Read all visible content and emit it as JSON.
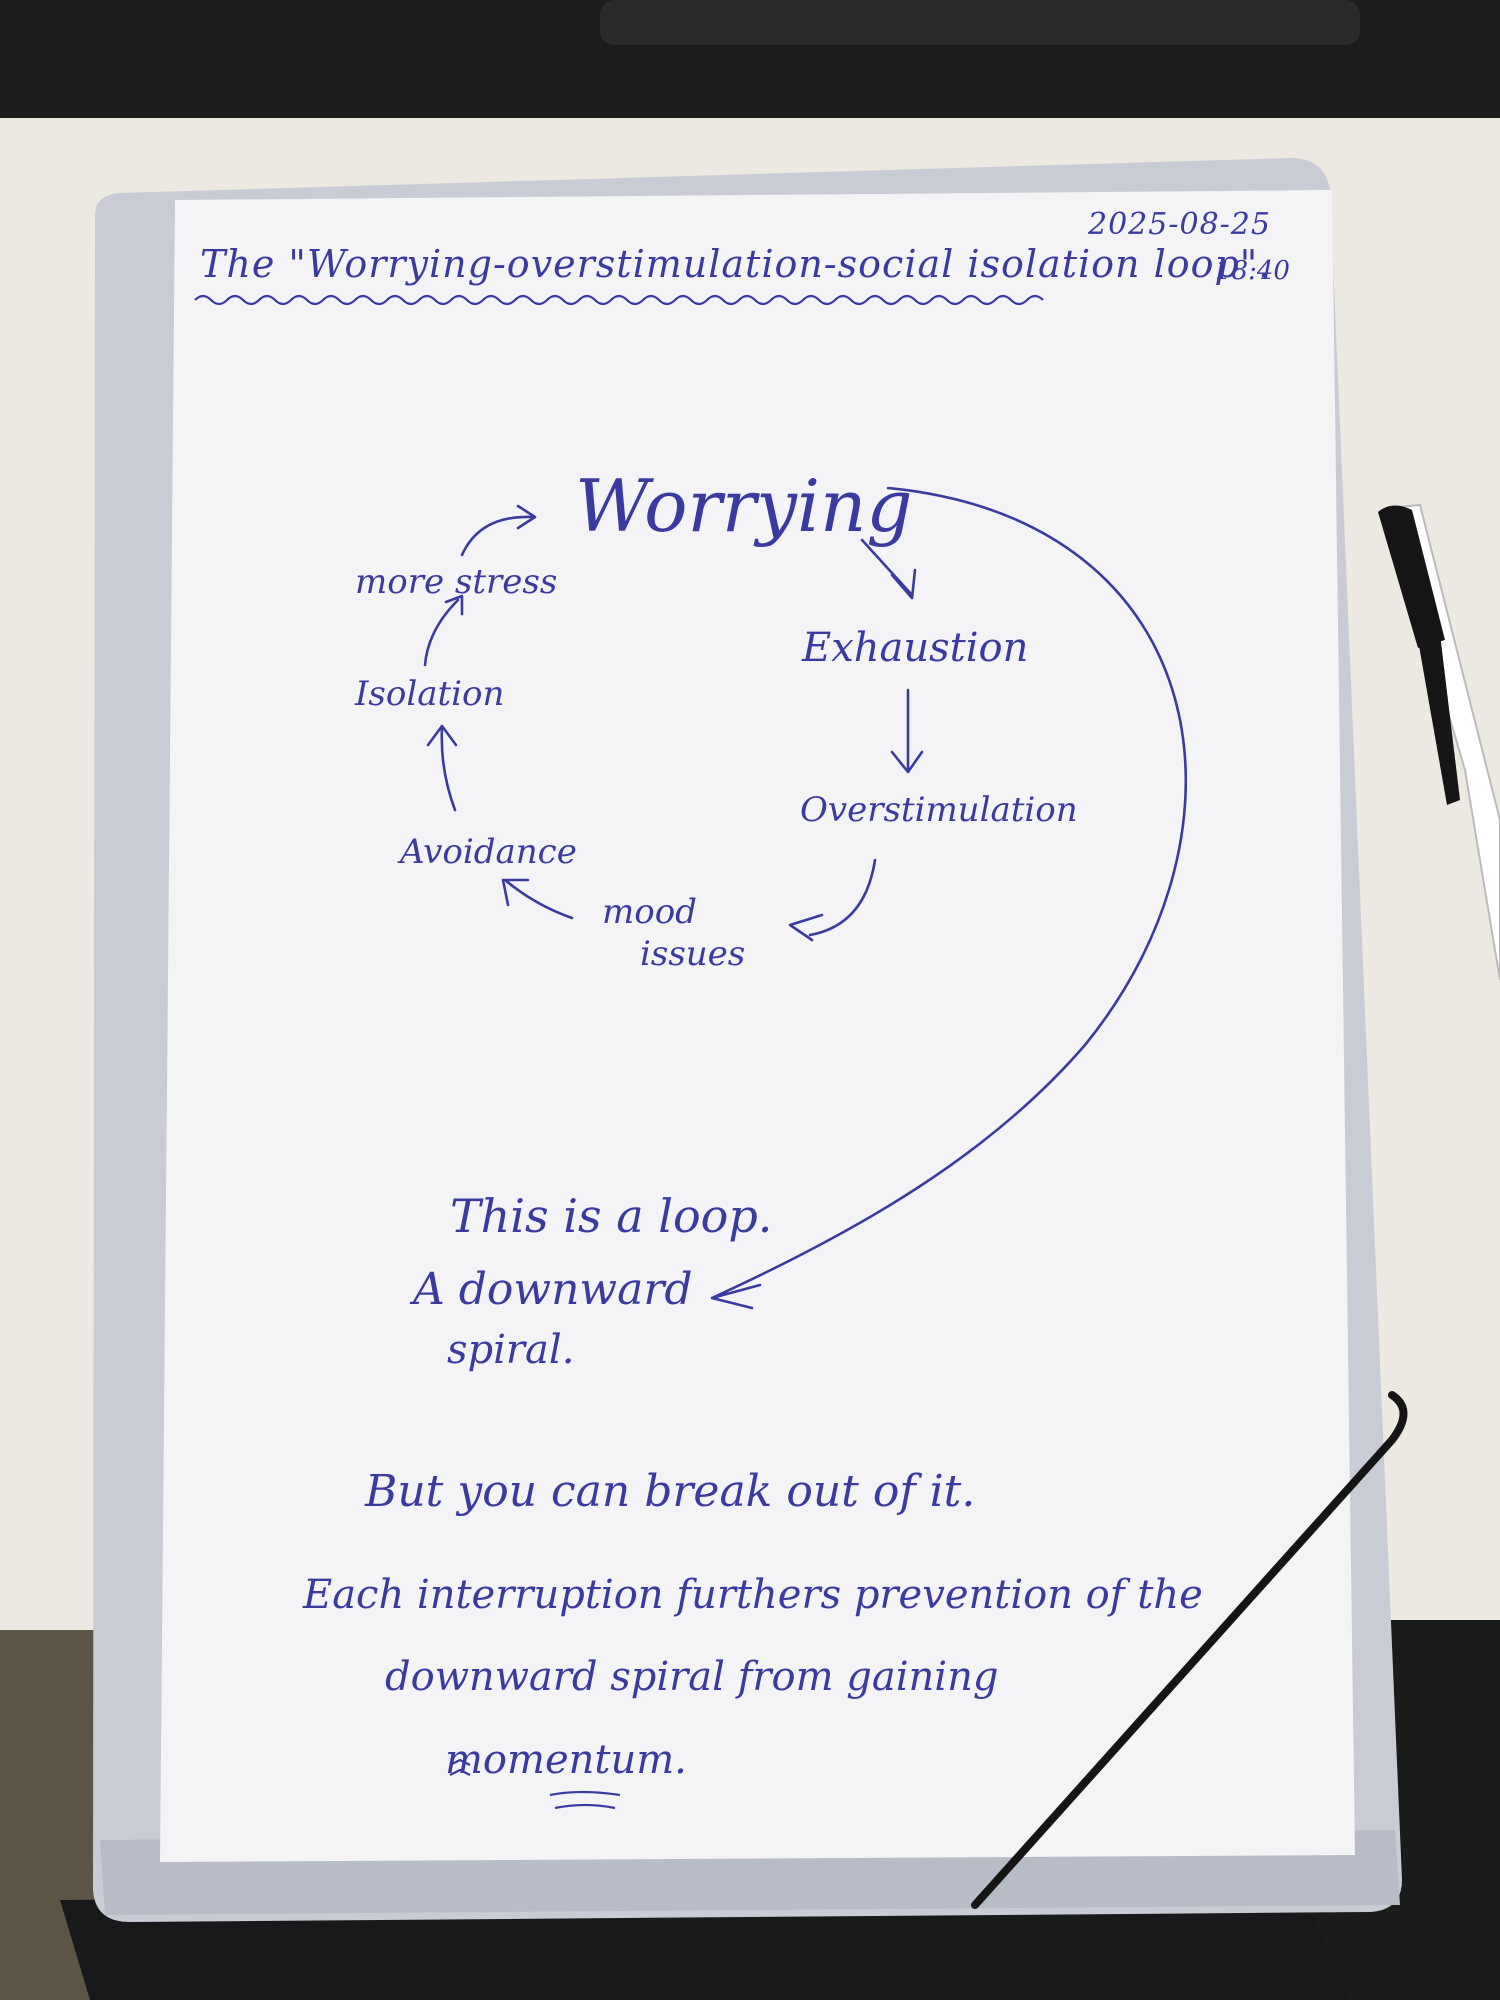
{
  "page": {
    "title": "The \"Worrying-overstimulation-social isolation loop\".",
    "date": "2025-08-25",
    "time": "18:40"
  },
  "cycle": {
    "nodes": [
      {
        "label": "Worrying"
      },
      {
        "label": "Exhaustion"
      },
      {
        "label": "Overstimulation"
      },
      {
        "label": "mood",
        "label2": "issues"
      },
      {
        "label": "Avoidance"
      },
      {
        "label": "Isolation"
      },
      {
        "label": "more stress"
      }
    ]
  },
  "notes": {
    "loop_line1": "This is a loop.",
    "loop_line2": "A downward",
    "loop_line3": "spiral.",
    "break_out": "But you can break out of it.",
    "each_line1": "Each interruption furthers prevention of the",
    "each_line2": "downward spiral from gaining",
    "each_line3": "momentum."
  },
  "colors": {
    "ink": "#3b3aa0",
    "paper": "#f4f4f6",
    "folder": "#c9ccd4",
    "desk": "#e9e7df",
    "monitor": "#1c1c1c",
    "elastic": "#151515"
  }
}
